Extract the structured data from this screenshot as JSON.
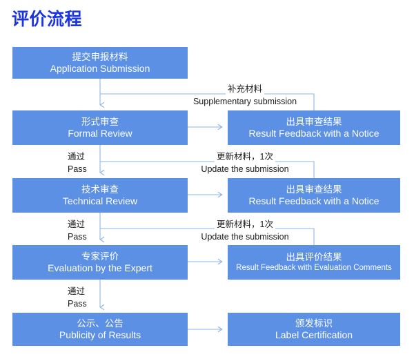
{
  "title": "评价流程",
  "colors": {
    "title": "#1a35e0",
    "node_fill": "#5b90e5",
    "node_text": "#ffffff",
    "connector": "#8fb4e8",
    "label_text": "#1a1a1a",
    "background": "#ffffff"
  },
  "nodes": [
    {
      "id": "application-submission",
      "cn": "提交申报材料",
      "en": "Application Submission"
    },
    {
      "id": "formal-review",
      "cn": "形式审查",
      "en": "Formal Review"
    },
    {
      "id": "formal-review-feedback",
      "cn": "出具审查结果",
      "en": "Result Feedback with a Notice"
    },
    {
      "id": "technical-review",
      "cn": "技术审查",
      "en": "Technical Review"
    },
    {
      "id": "technical-review-feedback",
      "cn": "出具审查结果",
      "en": "Result Feedback with a Notice"
    },
    {
      "id": "expert-evaluation",
      "cn": "专家评价",
      "en": "Evaluation by the Expert"
    },
    {
      "id": "expert-evaluation-feedback",
      "cn": "出具评价结果",
      "en": "Result Feedback with Evaluation Comments"
    },
    {
      "id": "publicity-of-results",
      "cn": "公示、公告",
      "en": "Publicity of Results"
    },
    {
      "id": "label-certification",
      "cn": "颁发标识",
      "en": "Label Certification"
    }
  ],
  "edge_labels": [
    {
      "id": "supplementary-submission",
      "cn": "补充材料",
      "en": "Supplementary submission"
    },
    {
      "id": "pass-formal",
      "cn": "通过",
      "en": "Pass"
    },
    {
      "id": "update-submission-1",
      "cn": "更新材料，1次",
      "en": "Update the submission"
    },
    {
      "id": "pass-technical",
      "cn": "通过",
      "en": "Pass"
    },
    {
      "id": "update-submission-2",
      "cn": "更新材料，1次",
      "en": "Update the submission"
    },
    {
      "id": "pass-expert",
      "cn": "通过",
      "en": "Pass"
    }
  ]
}
